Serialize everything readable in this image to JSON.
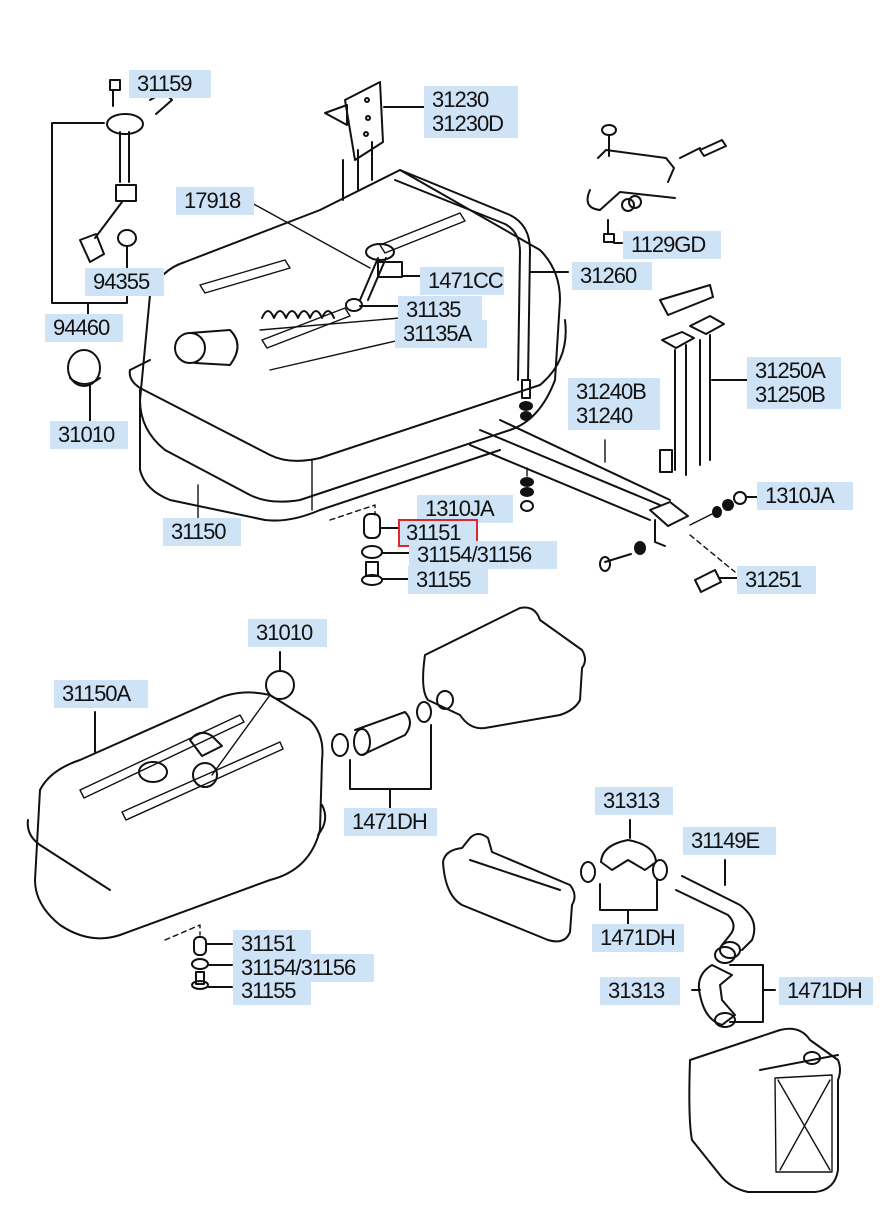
{
  "diagram": {
    "title": "Fuel tank parts diagram",
    "highlight_color": "#cfe3f6",
    "selected_outline_color": "#e0262b",
    "selected_part": "31151",
    "labels": {
      "p31159": "31159",
      "p31230": "31230",
      "p31230d": "31230D",
      "p17918": "17918",
      "p1471cc": "1471CC",
      "p31260": "31260",
      "p1129gd": "1129GD",
      "p94355": "94355",
      "p31135": "31135",
      "p31135a": "31135A",
      "p94460": "94460",
      "p31250a": "31250A",
      "p31250b": "31250B",
      "p31010_top": "31010",
      "p31240b": "31240B",
      "p31240": "31240",
      "p1310ja_left": "1310JA",
      "p1310ja_right": "1310JA",
      "p31150": "31150",
      "p31151_top": "31151",
      "p31154_top": "31154/31156",
      "p31155_top": "31155",
      "p31251": "31251",
      "p31010_bottom": "31010",
      "p31150a": "31150A",
      "p1471dh_a": "1471DH",
      "p31313_top": "31313",
      "p31149e": "31149E",
      "p1471dh_b": "1471DH",
      "p31151_bottom": "31151",
      "p31154_bottom": "31154/31156",
      "p31155_bottom": "31155",
      "p31313_bottom": "31313",
      "p1471dh_c": "1471DH"
    }
  }
}
